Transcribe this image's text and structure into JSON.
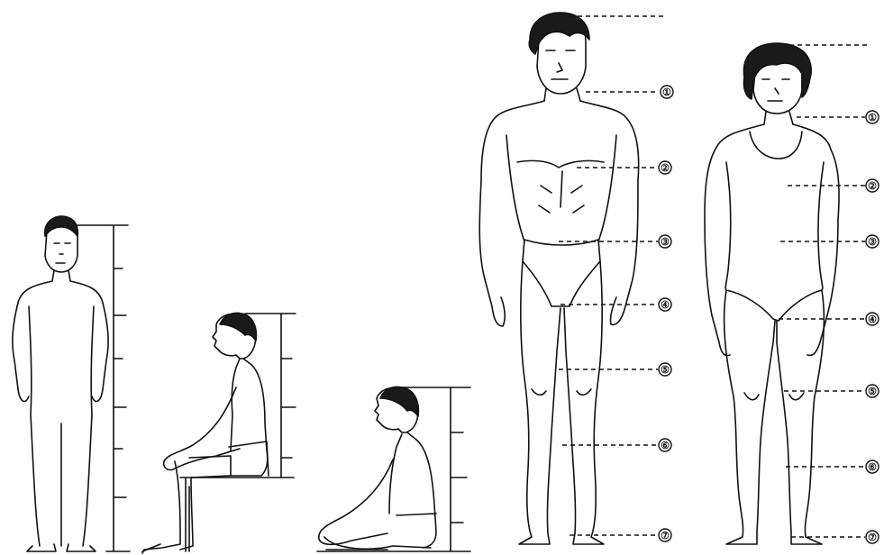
{
  "figures": [
    {
      "id": "child-standing",
      "scale_ticks": 8
    },
    {
      "id": "child-seated-chair",
      "scale_ticks": 4
    },
    {
      "id": "child-seated-floor",
      "scale_ticks": 4
    },
    {
      "id": "adult-male-front"
    },
    {
      "id": "adult-female-front"
    }
  ],
  "male_markers": [
    "①",
    "②",
    "③",
    "④",
    "⑤",
    "⑥",
    "⑦"
  ],
  "female_markers": [
    "①",
    "②",
    "③",
    "④",
    "⑤",
    "⑥",
    "⑦"
  ],
  "colors": {
    "ink": "#111111",
    "paper": "#ffffff"
  }
}
